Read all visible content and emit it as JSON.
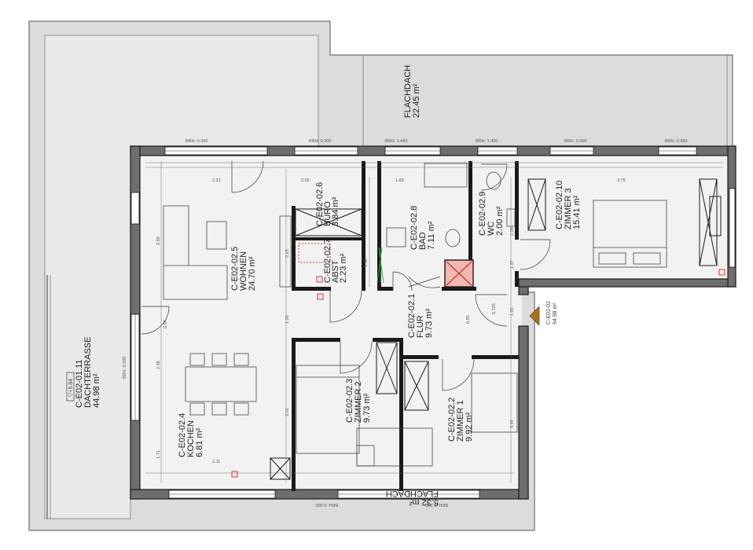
{
  "plan": {
    "unit": {
      "code": "C-E02-02",
      "area": "94.98 m²"
    },
    "rooms": [
      {
        "id": "terrasse",
        "code": "C-E02-01.11",
        "name": "DACHTERRASSE",
        "area": "44.98 m²",
        "level": "▽+5.84"
      },
      {
        "id": "flachdach-top",
        "name": "FLACHDACH",
        "area": "22.45 m²"
      },
      {
        "id": "flachdach-bottom",
        "name": "FLACHDACH",
        "area": "5.32 m²"
      },
      {
        "id": "wohnen",
        "code": "C-E02-02.5",
        "name": "WOHNEN",
        "area": "24.70 m²"
      },
      {
        "id": "buero",
        "code": "C-E02-02.6",
        "name": "BÜRO",
        "area": "3.84 m²"
      },
      {
        "id": "abst",
        "code": "C-E02-02.7",
        "name": "ABST",
        "area": "2.23 m²"
      },
      {
        "id": "bad",
        "code": "C-E02-02.8",
        "name": "BAD",
        "area": "7.11 m²"
      },
      {
        "id": "wc",
        "code": "C-E02-02.9",
        "name": "WC",
        "area": "2.00 m²"
      },
      {
        "id": "zimmer3",
        "code": "C-E02-02.10",
        "name": "ZIMMER 3",
        "area": "15.41 m²"
      },
      {
        "id": "flur",
        "code": "C-E02-02.1",
        "name": "FLUR",
        "area": "9.73 m²"
      },
      {
        "id": "zimmer2",
        "code": "C-E02-02.3",
        "name": "ZIMMER 2",
        "area": "9.73 m²"
      },
      {
        "id": "zimmer1",
        "code": "C-E02-02.2",
        "name": "ZIMMER 1",
        "area": "9.92 m²"
      },
      {
        "id": "kochen",
        "code": "C-E02-02.4",
        "name": "KOCHEN",
        "area": "6.81 m²"
      }
    ],
    "sill_heights": {
      "brh_0300": "BRH. 0.300",
      "brh_1490": "BRH. 1.490"
    },
    "dims": {
      "d221": "2.21",
      "d202": "2.02",
      "d189": "1.89",
      "d223": "2.23",
      "d130": "1.30",
      "d120": "1.20",
      "d101": "1.01",
      "d0725": "0.725",
      "d201": "2.01",
      "d334": "3.34",
      "d095": "0.95",
      "d375": "3.75",
      "d211": "2.11",
      "d250": "2.50",
      "d238": "2.38",
      "d097": "0.97",
      "d171": "1.71",
      "d208": "2.08",
      "d137": "1.37"
    }
  },
  "colors": {
    "wall": "#1a1a1a",
    "wall_fill": "#6e6e6e",
    "floor": "#f2f2f2",
    "roof": "#dcdcdc",
    "terrace": "#e9e9e9",
    "arrow": "#a9701c",
    "marker": "#e2332e"
  }
}
